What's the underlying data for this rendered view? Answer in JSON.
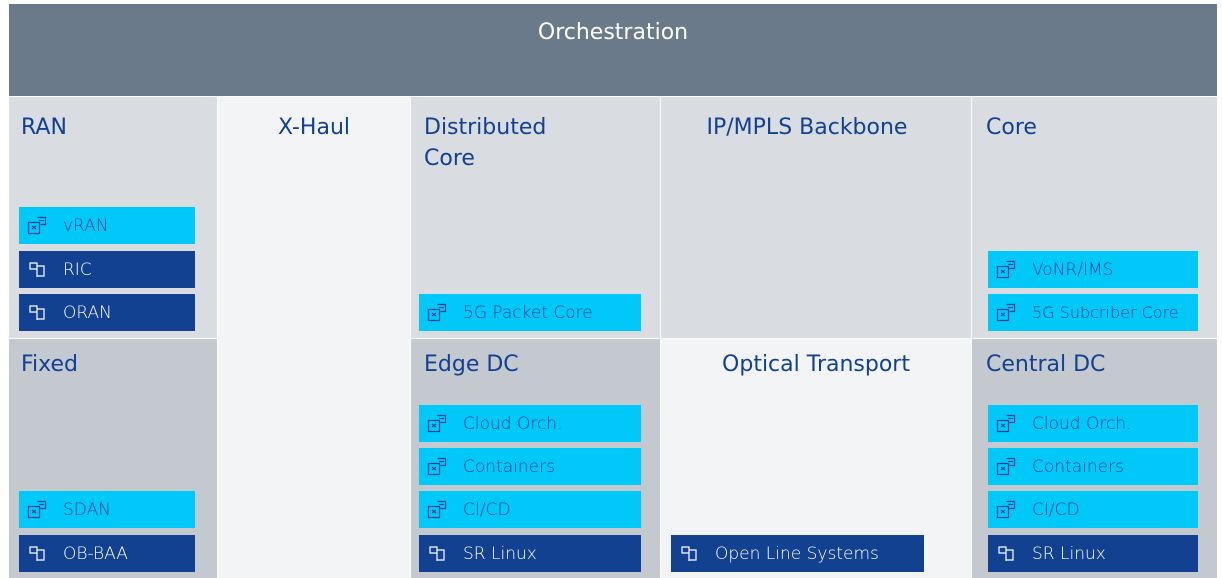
{
  "orchestration": {
    "title": "Orchestration"
  },
  "ran": {
    "title": "RAN",
    "items": [
      "vRAN",
      "RIC",
      "ORAN"
    ]
  },
  "xhaul": {
    "title": "X-Haul"
  },
  "distributed_core": {
    "title_line1": "Distributed",
    "title_line2": "Core",
    "items": [
      "5G Packet Core"
    ]
  },
  "ip_mpls": {
    "title": "IP/MPLS Backbone"
  },
  "core": {
    "title": "Core",
    "items": [
      "VoNR/IMS",
      "5G Subcriber Core"
    ]
  },
  "fixed": {
    "title": "Fixed",
    "items": [
      "SDAN",
      "OB-BAA"
    ]
  },
  "edge_dc": {
    "title": "Edge DC",
    "items": [
      "Cloud Orch.",
      "Containers",
      "CI/CD",
      "SR Linux"
    ]
  },
  "optical": {
    "title": "Optical Transport",
    "items": [
      "Open Line Systems"
    ]
  },
  "central_dc": {
    "title": "Central DC",
    "items": [
      "Cloud Orch.",
      "Containers",
      "CI/CD",
      "SR Linux"
    ]
  },
  "colors": {
    "orchestration_bar": "#6b7a8a",
    "heading_blue": "#124191",
    "cyan_tile": "#00c8f8",
    "navy_tile": "#124191",
    "cell_light": "#d9dce0",
    "cell_mid": "#c4c9d0",
    "cell_white": "#f2f4f6"
  },
  "icons": {
    "cloud_tile": "cloud-network-icon",
    "hardware_tile": "hardware-stack-icon"
  }
}
